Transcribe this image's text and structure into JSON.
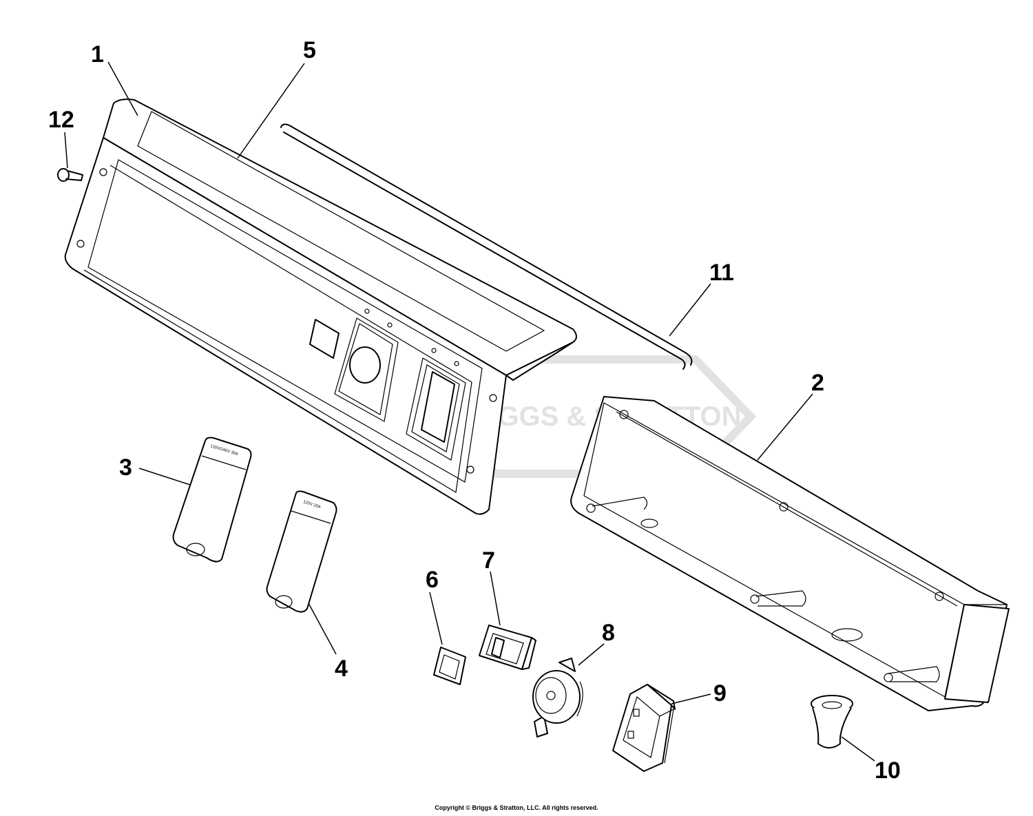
{
  "callouts": [
    {
      "id": "1",
      "label": "1"
    },
    {
      "id": "2",
      "label": "2"
    },
    {
      "id": "3",
      "label": "3"
    },
    {
      "id": "4",
      "label": "4"
    },
    {
      "id": "5",
      "label": "5"
    },
    {
      "id": "6",
      "label": "6"
    },
    {
      "id": "7",
      "label": "7"
    },
    {
      "id": "8",
      "label": "8"
    },
    {
      "id": "9",
      "label": "9"
    },
    {
      "id": "10",
      "label": "10"
    },
    {
      "id": "11",
      "label": "11"
    },
    {
      "id": "12",
      "label": "12"
    }
  ],
  "decals": {
    "decal_3_text": "120V/240V 30A",
    "decal_4_text": "120V 20A"
  },
  "watermark": "BRIGGS & STRATTON",
  "copyright": "Copyright © Briggs & Stratton, LLC. All rights reserved."
}
